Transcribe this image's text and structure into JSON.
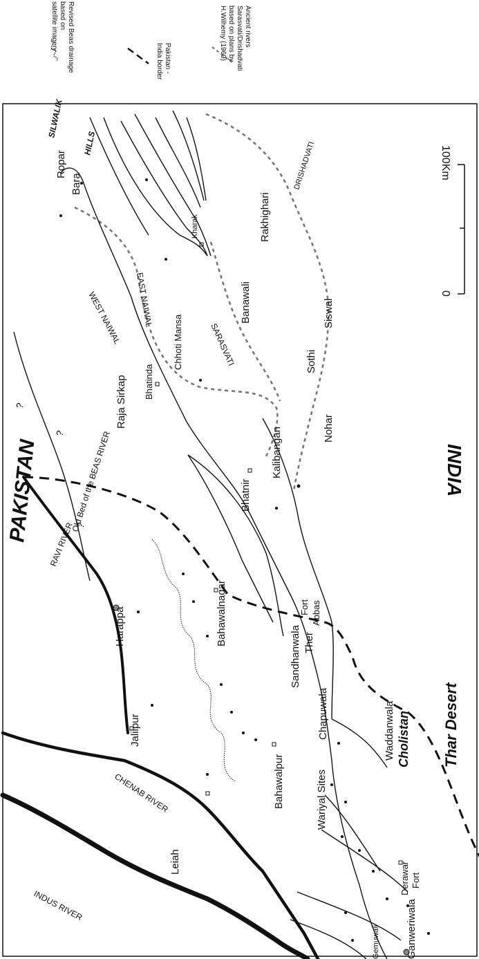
{
  "legend": [
    {
      "key": "revised-beas",
      "lines": [
        "Revised Beas drainage",
        "based on",
        "satellite imagery"
      ]
    },
    {
      "key": "border",
      "lines": [
        "Pakistan -",
        "India border"
      ]
    },
    {
      "key": "ancient",
      "lines": [
        "Ancient rivers",
        "Sarasvati/Drishadvati",
        "based on plans by",
        "H.Wilhemy (1969)"
      ]
    }
  ],
  "scale": {
    "zero": "0",
    "max": "100Km"
  },
  "countries": {
    "pakistan": "PAKISTAN",
    "india": "INDIA"
  },
  "regions": {
    "thar": "Thar Desert",
    "cholistan": "Cholistan"
  },
  "hills": {
    "line1": "SILWALIK",
    "line2": "HILLS"
  },
  "rivers": {
    "indus": "INDUS RIVER",
    "chenab": "CHENAB RIVER",
    "ravi": "RAVI RIVER",
    "beas": "Old Bed of the BEAS RIVER",
    "q1": "?",
    "q2": "?",
    "q3": "?",
    "west_naiwal": "WEST NAIWAL",
    "east_naiwal": "EAST NAIWAL",
    "sarasvati": "SARASVATI",
    "drishadvati": "DRISHADVATI"
  },
  "places": {
    "ropar": "Ropar",
    "bara": "Bara",
    "kharak": "Kharak",
    "rakhighari": "Rakhighari",
    "banawali": "Banawali",
    "siswal": "Siswal",
    "sothi": "Sothi",
    "chhoti_mansa": "Chhoti Mansa",
    "bhatinda": "Bhatinda",
    "raja_sirkap": "Raja Sirkap",
    "nohar": "Nohar",
    "kalibangan": "Kalibangan",
    "bhatnir": "Bhatnir",
    "bahawalnagar": "Bahawalnagar",
    "fort_abbas_1": "Fort",
    "fort_abbas_2": "Abbas",
    "harappa": "Harappa",
    "sandhanwala_ther_1": "Sandhanwala",
    "sandhanwala_ther_2": "Ther",
    "chapuwala": "Chapuwala",
    "jalilpur": "Jalilpur",
    "waddanwala": "Waddanwala",
    "bahawalpur": "Bahawalpur",
    "wariyal_sites": "Wariyal Sites",
    "derawar_1": "Derawar",
    "derawar_2": "Fort",
    "leiah": "Leiah",
    "ganweriwala": "Ganweriwala",
    "gemuwali": "Gemuwali"
  }
}
